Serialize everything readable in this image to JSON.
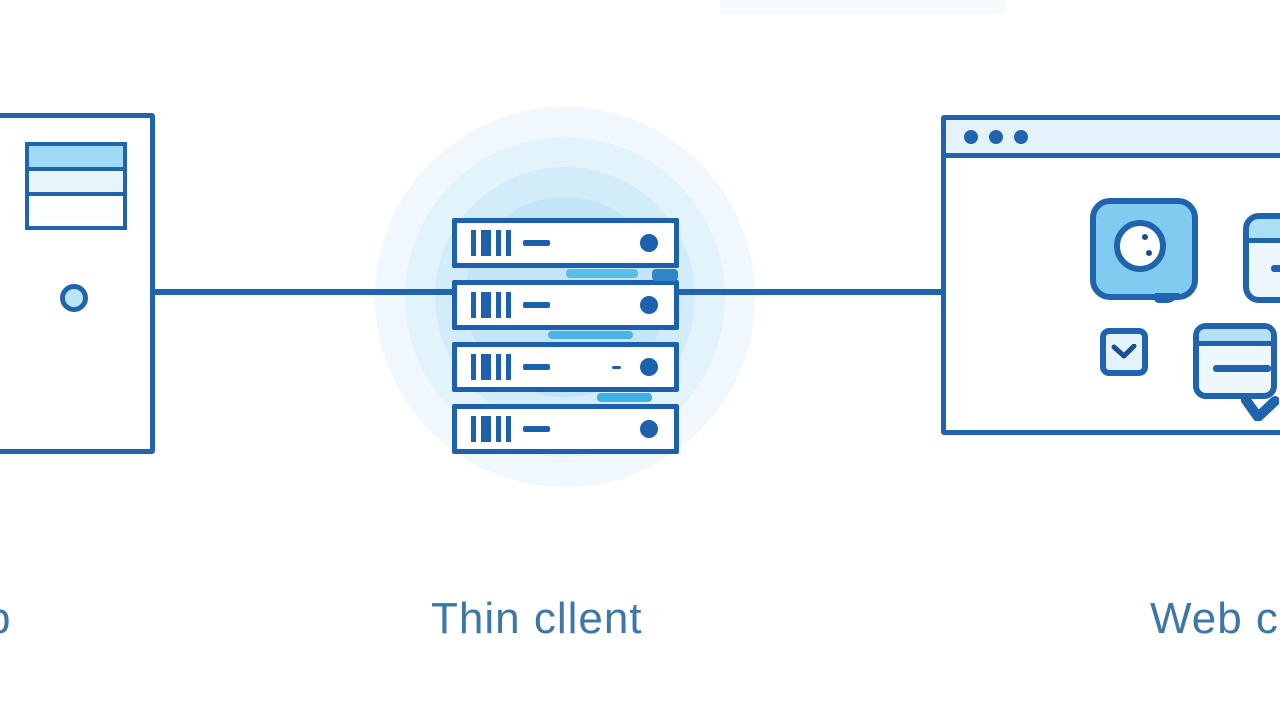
{
  "diagram": {
    "kind": "thin-client architecture illustration",
    "nodes": [
      {
        "id": "desktop",
        "label": "p",
        "icon": "desktop-tower"
      },
      {
        "id": "thin-client",
        "label": "Thin cllent",
        "icon": "server-rack",
        "server_units": 4
      },
      {
        "id": "web-client",
        "label": "Web c",
        "icon": "browser-window",
        "window_dots": 3
      }
    ],
    "connections": [
      {
        "from": "desktop",
        "to": "thin-client"
      },
      {
        "from": "thin-client",
        "to": "web-client"
      }
    ]
  },
  "colors": {
    "background": "#ffffff",
    "stroke": "#2164ae",
    "rack_stroke": "#1d61ae",
    "titlebar_fill": "#e6f2fb",
    "icon_fill_medium": "#7fccf0",
    "icon_fill_pale": "#eef7fc",
    "glow_inner": "#c2e6f7",
    "glow_outer": "#f0f8fd",
    "label_text": "#3d76a9",
    "top_bar": "#f6fafd"
  }
}
